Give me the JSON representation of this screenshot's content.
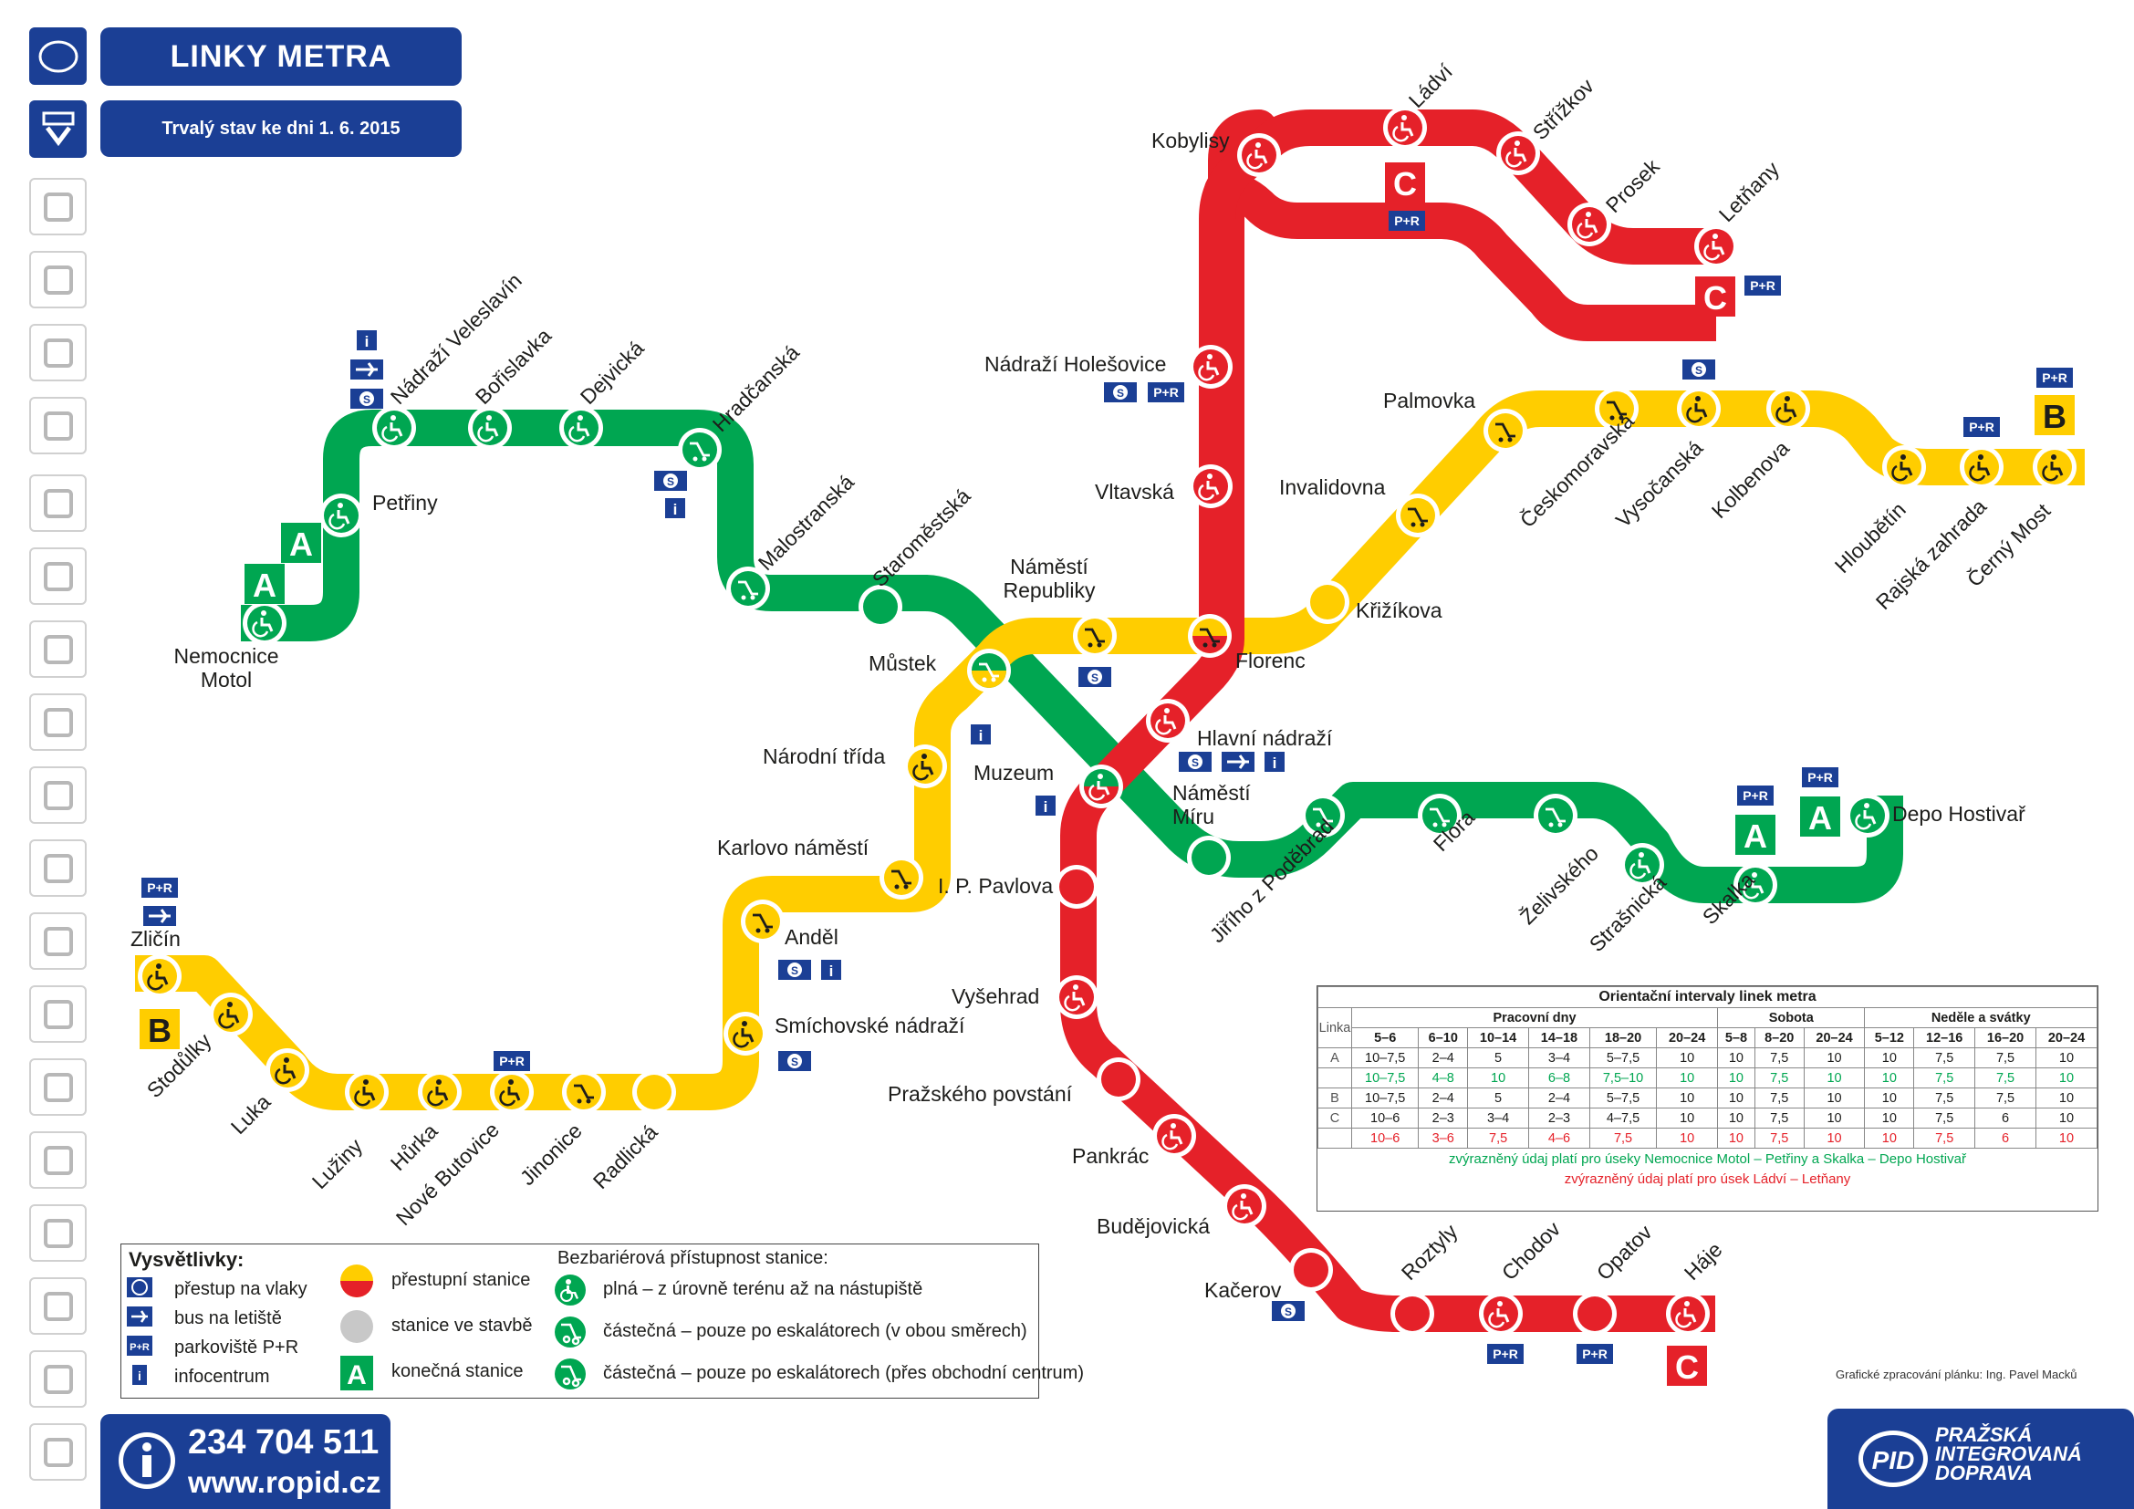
{
  "header": {
    "title": "LINKY METRA",
    "subtitle": "Trvalý stav ke dni 1. 6. 2015"
  },
  "sidebar": {
    "icons": [
      "pid-logo-icon",
      "metro-icon",
      "tram-icon",
      "bus-icon",
      "train-icon",
      "funicular-icon",
      "ferry-icon",
      "night-icon",
      "transfer-icon",
      "ticket-machine-icon",
      "ticket-icon",
      "mobile-icon",
      "wheelchair-icon",
      "family-icon",
      "escalator-icon",
      "airplane-icon",
      "stroller-icon",
      "bicycle-icon",
      "dog-icon",
      "footsteps-icon"
    ]
  },
  "colors": {
    "lineA": "#00a651",
    "lineB": "#ffcd00",
    "lineC": "#e52129",
    "brand": "#1b3f95"
  },
  "stations": {
    "nemocnice_motol": "Nemocnice\nMotol",
    "petriny": "Petřiny",
    "nadrazi_veleslavin": "Nádraží Veleslavín",
    "borislavka": "Bořislavka",
    "dejvicka": "Dejvická",
    "hradcanska": "Hradčanská",
    "malostranska": "Malostranská",
    "staromestska": "Staroměstská",
    "mustek": "Můstek",
    "muzeum": "Muzeum",
    "namesti_miru": "Náměstí\nMíru",
    "jiriho": "Jiřího z Poděbrad",
    "flora": "Flora",
    "zelivskeho": "Želivského",
    "strasnicka": "Strašnická",
    "skalka": "Skalka",
    "depo": "Depo Hostivař",
    "zlicin": "Zličín",
    "stodulky": "Stodůlky",
    "luka": "Luka",
    "luziny": "Lužiny",
    "hurka": "Hůrka",
    "nove_butovice": "Nové Butovice",
    "jinonice": "Jinonice",
    "radlicka": "Radlická",
    "smichovske": "Smíchovské nádraží",
    "andel": "Anděl",
    "karlovo": "Karlovo náměstí",
    "narodni": "Národní třída",
    "namesti_republiky": "Náměstí\nRepubliky",
    "florenc": "Florenc",
    "krizikova": "Křižíkova",
    "invalidovna": "Invalidovna",
    "palmovka": "Palmovka",
    "ceskomoravska": "Českomoravská",
    "vysocanska": "Vysočanská",
    "kolbenova": "Kolbenova",
    "hloubetin": "Hloubětín",
    "rajska": "Rajská zahrada",
    "cerny_most": "Černý Most",
    "kobylisy": "Kobylisy",
    "ladvi": "Ládví",
    "strizkov": "Střížkov",
    "prosek": "Prosek",
    "letnany": "Letňany",
    "holesovice": "Nádraží Holešovice",
    "vltavska": "Vltavská",
    "hlavni": "Hlavní nádraží",
    "ip_pavlova": "I. P. Pavlova",
    "vysehrad": "Vyšehrad",
    "prazskeho": "Pražského povstání",
    "pankrac": "Pankrác",
    "budejovicka": "Budějovická",
    "kacerov": "Kačerov",
    "roztyly": "Roztyly",
    "chodov": "Chodov",
    "opatov": "Opatov",
    "haje": "Háje"
  },
  "terminal_letters": {
    "a": "A",
    "b": "B",
    "c": "C"
  },
  "badge_texts": {
    "pr": "P+R",
    "info": "i",
    "train": "S"
  },
  "legend": {
    "title": "Vysvětlivky:",
    "train": "přestup na vlaky",
    "bus_airport": "bus na letiště",
    "parking": "parkoviště P+R",
    "info": "infocentrum",
    "transfer": "přestupní stanice",
    "under_construction": "stanice ve stavbě",
    "terminal": "konečná stanice",
    "access_title": "Bezbariérová přístupnost stanice:",
    "access_full": "plná – z úrovně terénu až na nástupiště",
    "access_partial_esc": "částečná – pouze po eskalátorech (v obou směrech)",
    "access_partial_mall": "částečná – pouze po eskalátorech (přes obchodní centrum)"
  },
  "timetable": {
    "title": "Orientační intervaly linek metra",
    "col_line": "Linka",
    "groups": [
      "Pracovní dny",
      "Sobota",
      "Neděle a svátky"
    ],
    "hours": [
      "5–6",
      "6–10",
      "10–14",
      "14–18",
      "18–20",
      "20–24",
      "5–8",
      "8–20",
      "20–24",
      "5–12",
      "12–16",
      "16–20",
      "20–24"
    ],
    "rows": [
      {
        "line": "A",
        "style": "",
        "values": [
          "10–7,5",
          "2–4",
          "5",
          "3–4",
          "5–7,5",
          "10",
          "10",
          "7,5",
          "10",
          "10",
          "7,5",
          "7,5",
          "10"
        ]
      },
      {
        "line": "",
        "style": "g",
        "values": [
          "10–7,5",
          "4–8",
          "10",
          "6–8",
          "7,5–10",
          "10",
          "10",
          "7,5",
          "10",
          "10",
          "7,5",
          "7,5",
          "10"
        ]
      },
      {
        "line": "B",
        "style": "",
        "values": [
          "10–7,5",
          "2–4",
          "5",
          "2–4",
          "5–7,5",
          "10",
          "10",
          "7,5",
          "10",
          "10",
          "7,5",
          "7,5",
          "10"
        ]
      },
      {
        "line": "C",
        "style": "",
        "values": [
          "10–6",
          "2–3",
          "3–4",
          "2–3",
          "4–7,5",
          "10",
          "10",
          "7,5",
          "10",
          "10",
          "7,5",
          "6",
          "10"
        ]
      },
      {
        "line": "",
        "style": "r",
        "values": [
          "10–6",
          "3–6",
          "7,5",
          "4–6",
          "7,5",
          "10",
          "10",
          "7,5",
          "10",
          "10",
          "7,5",
          "6",
          "10"
        ]
      }
    ],
    "note_green": "zvýrazněný údaj platí pro úseky Nemocnice Motol – Petřiny a Skalka – Depo Hostivař",
    "note_red": "zvýrazněný údaj platí pro úsek Ládví – Letňany"
  },
  "contact": {
    "phone": "234 704 511",
    "web": "www.ropid.cz"
  },
  "brand": {
    "name": "PRAŽSKÁ\nINTEGROVANÁ\nDOPRAVA",
    "logo": "PID"
  },
  "credit": "Grafické zpracování plánku: Ing. Pavel Macků"
}
